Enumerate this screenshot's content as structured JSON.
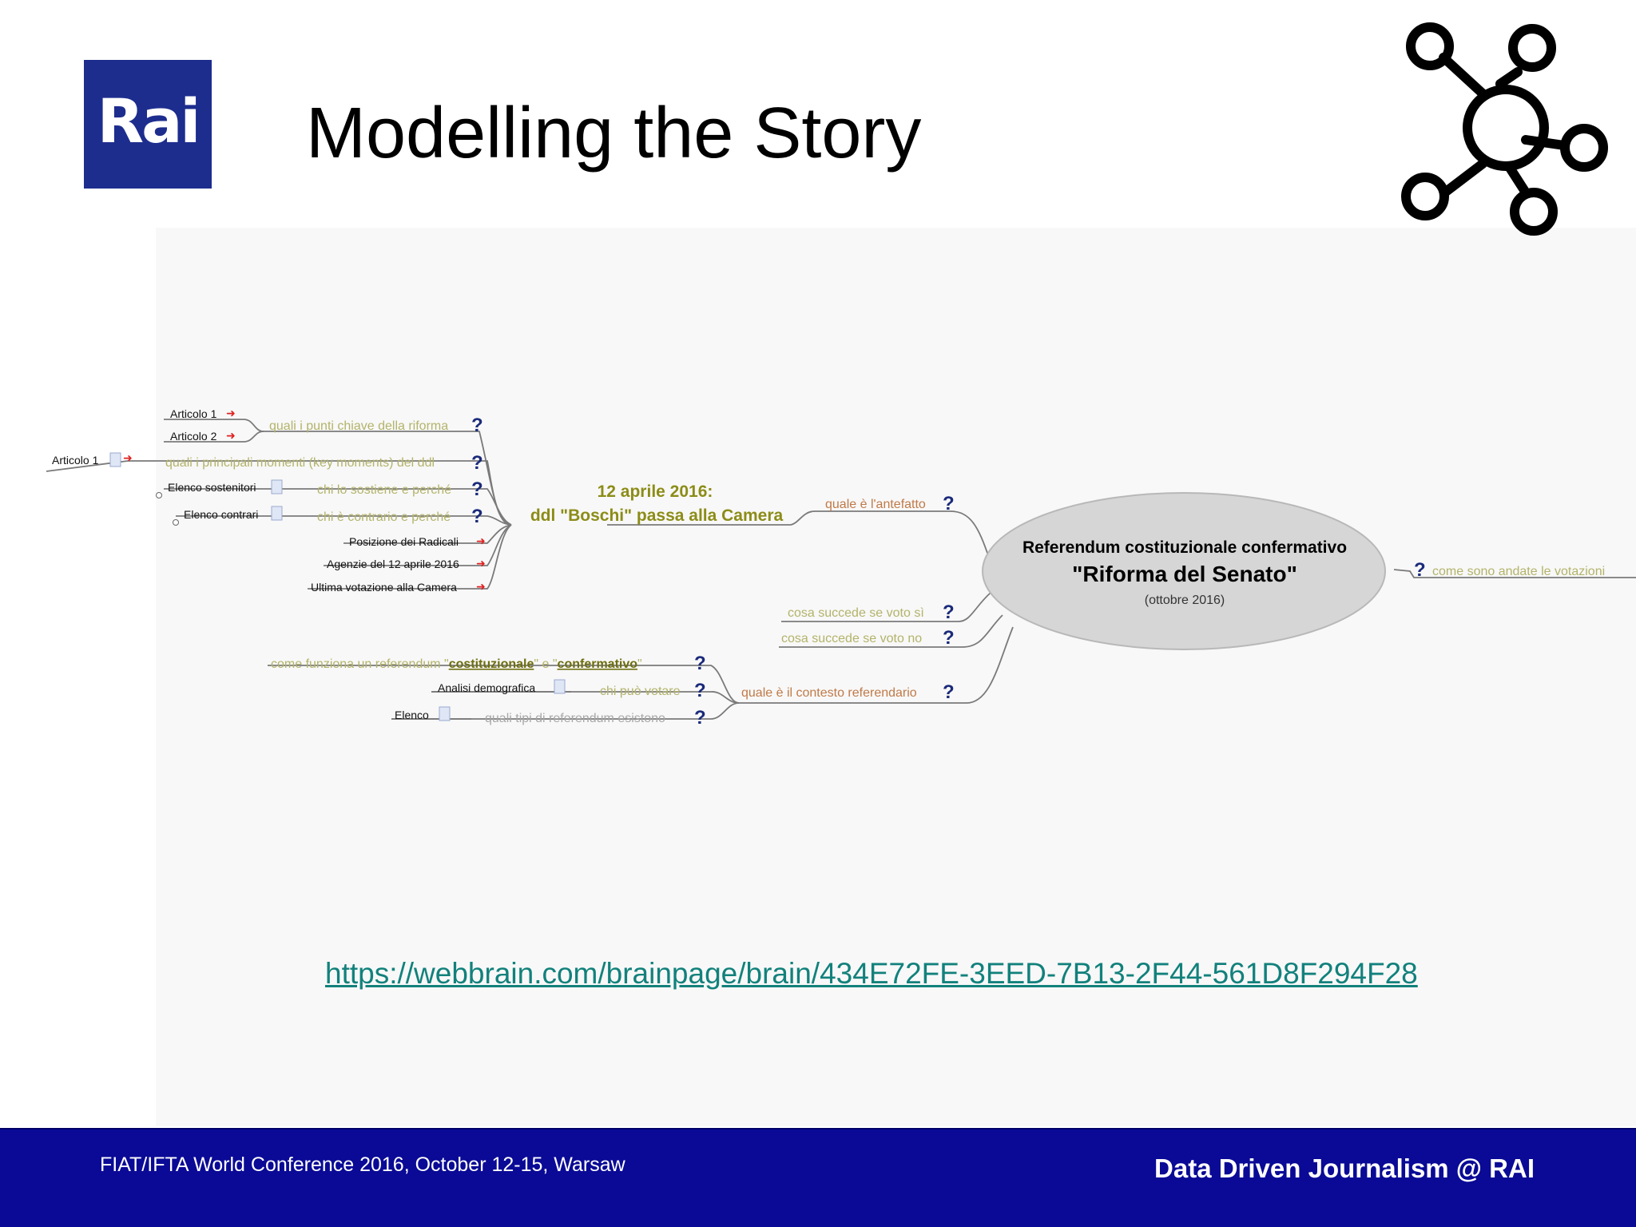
{
  "slide": {
    "title": "Modelling the Story"
  },
  "logo": {
    "text": "Rai"
  },
  "icons": {
    "network": "network-icon"
  },
  "mindmap": {
    "center": {
      "line1": "Referendum costituzionale confermativo",
      "line2": "\"Riforma del Senato\"",
      "line3": "(ottobre 2016)"
    },
    "right_branch": "come sono andate le votazioni",
    "hub": {
      "line1": "12 aprile 2016:",
      "line2": "ddl \"Boschi\" passa alla Camera"
    },
    "antefatto": "quale è l'antefatto",
    "questions_left": [
      "quali i punti chiave della riforma",
      "quali i principali momenti (key moments) del ddl",
      "chi lo sostiene e perché",
      "chi è contrario e perché"
    ],
    "links_left": [
      "Posizione dei Radicali",
      "Agenzie del 12 aprile 2016",
      "Ultima votazione alla Camera"
    ],
    "leaf_items": {
      "articolo_1": "Articolo 1",
      "articolo_2": "Articolo 2",
      "articolo_1_far": "Articolo 1",
      "sostenitori": "Elenco sostenitori",
      "contrari": "Elenco contrari"
    },
    "voto_si": "cosa succede se voto sì",
    "voto_no": "cosa succede se voto no",
    "contesto": "quale è il contesto referendario",
    "contesto_children": {
      "come_funziona_pre": "come funziona un referendum \"",
      "costituzionale": "costituzionale",
      "come_funziona_mid": "\" e \"",
      "confermativo": "confermativo",
      "come_funziona_post": "\"",
      "chi_vota": "chi può votare",
      "tipi": "quali tipi di referendum esistono",
      "analisi": "Analisi demografica",
      "elenco": "Elenco"
    },
    "question_mark": "?"
  },
  "link": {
    "url": "https://webbrain.com/brainpage/brain/434E72FE-3EED-7B13-2F44-561D8F294F28"
  },
  "footer": {
    "left": "FIAT/IFTA World Conference 2016, October 12-15, Warsaw",
    "right": "Data Driven Journalism @ RAI"
  },
  "colors": {
    "footer_bg": "#0a0a96",
    "logo_bg": "#1d2d8e",
    "url": "#12817c",
    "question_text": "#b3b36b",
    "hub_text": "#8c8c18",
    "link_arrow": "#e02020",
    "node_ellipse": "#d6d6d6"
  }
}
